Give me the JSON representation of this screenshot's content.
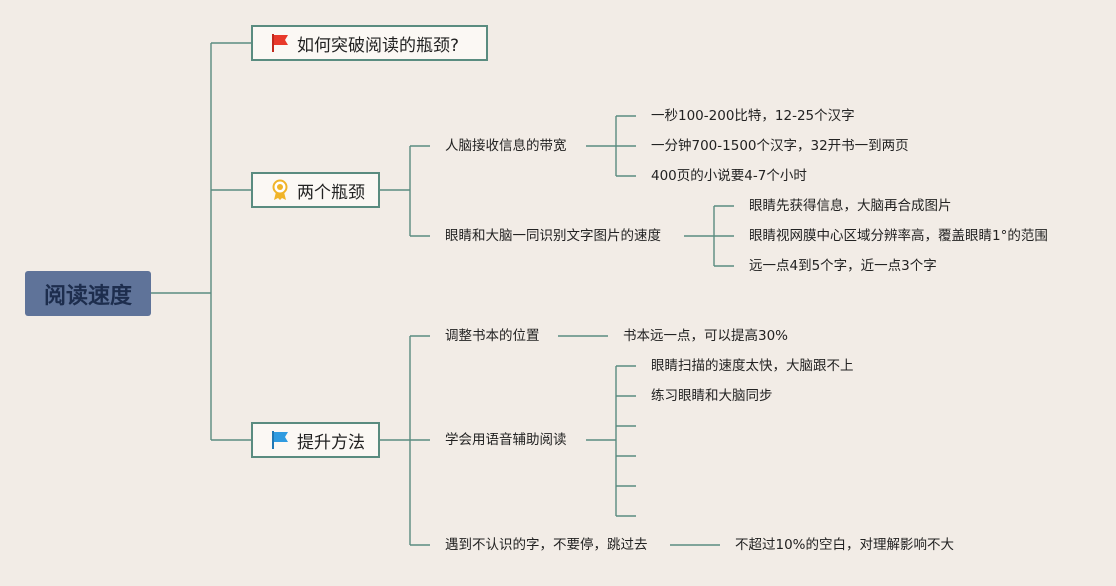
{
  "root": "阅读速度",
  "topics": {
    "t1": "如何突破阅读的瓶颈?",
    "t2": "两个瓶颈",
    "t3": "提升方法"
  },
  "nodes": {
    "bandwidth": "人脑接收信息的带宽",
    "bw1": "一秒100-200比特，12-25个汉字",
    "bw2": "一分钟700-1500个汉字，32开书一到两页",
    "bw3": "400页的小说要4-7个小时",
    "eyebrain": "眼睛和大脑一同识别文字图片的速度",
    "eb1": "眼睛先获得信息，大脑再合成图片",
    "eb2": "眼睛视网膜中心区域分辨率高，覆盖眼睛1°的范围",
    "eb3": "远一点4到5个字，近一点3个字",
    "adjust": "调整书本的位置",
    "adj1": "书本远一点，可以提高30%",
    "voice": "学会用语音辅助阅读",
    "v1": "眼睛扫描的速度太快，大脑跟不上",
    "v2": "练习眼睛和大脑同步",
    "skip": "遇到不认识的字，不要停，跳过去",
    "skip1": "不超过10%的空白，对理解影响不大"
  },
  "colors": {
    "line": "#5a8c80",
    "root_bg": "#5f7399",
    "flag_red": "#e8392b",
    "flag_blue": "#2f9be0",
    "award": "#f0b429"
  },
  "icons": {
    "t1": "red-flag-icon",
    "t2": "award-ribbon-icon",
    "t3": "blue-flag-icon"
  }
}
